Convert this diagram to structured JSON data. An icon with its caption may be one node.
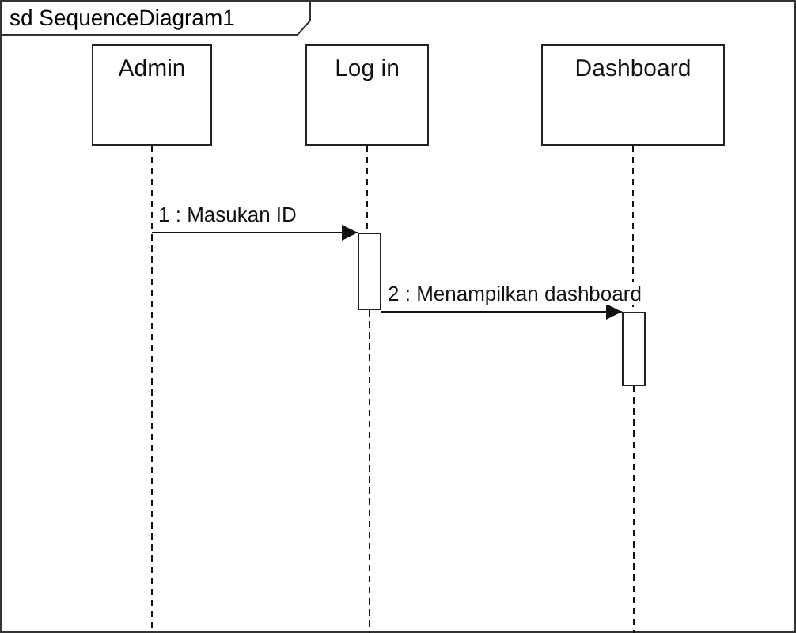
{
  "diagram": {
    "title": "sd SequenceDiagram1",
    "nodes": [
      {
        "text": [
          "Admin"
        ]
      },
      {
        "text": [
          "Log in"
        ]
      },
      {
        "text": [
          "Dashboard"
        ]
      },
      {
        "text": [],
        "shape": "bar"
      },
      {
        "text": [],
        "shape": "bar"
      }
    ],
    "edges": [
      {
        "from": 0,
        "to": null,
        "arrow": "none",
        "style": "dashed"
      },
      {
        "from": 1,
        "to": 3,
        "arrow": "none",
        "style": "dashed"
      },
      {
        "from": 3,
        "to": null,
        "arrow": "none",
        "style": "dashed"
      },
      {
        "from": 2,
        "to": 4,
        "arrow": "none",
        "style": "dashed"
      },
      {
        "from": 4,
        "to": null,
        "arrow": "none",
        "style": "dashed"
      },
      {
        "from": 0,
        "to": 3,
        "arrow": "to",
        "label": "1 : Masukan ID"
      },
      {
        "from": 3,
        "to": 4,
        "arrow": "to",
        "label": "2 : Menampilkan dashboard"
      }
    ]
  }
}
